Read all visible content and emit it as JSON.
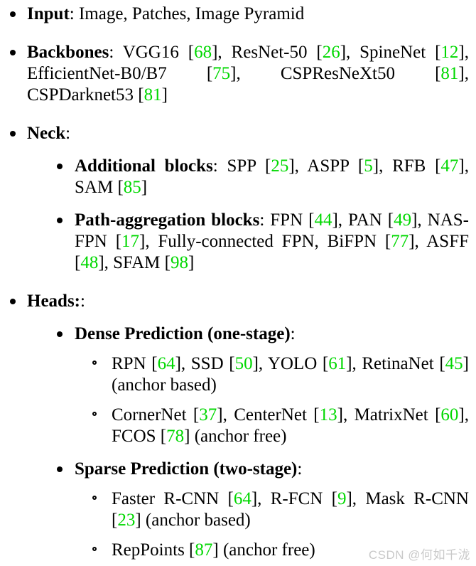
{
  "colors": {
    "citation": "#00d800",
    "text": "#000000",
    "background": "#ffffff",
    "watermark": "#c9c9c9"
  },
  "watermark": {
    "text": "CSDN @何如千泷"
  },
  "list": {
    "items": [
      {
        "name": "input",
        "level": 1,
        "marker": "disc",
        "segments": [
          {
            "t": "bold",
            "text": "Input"
          },
          {
            "t": "plain",
            "text": ": Image, Patches, Image Pyramid"
          }
        ]
      },
      {
        "name": "backbones",
        "level": 1,
        "marker": "disc",
        "segments": [
          {
            "t": "bold",
            "text": "Backbones"
          },
          {
            "t": "plain",
            "text": ": VGG16 "
          },
          {
            "t": "cite",
            "text": "68"
          },
          {
            "t": "plain",
            "text": ", ResNet-50 "
          },
          {
            "t": "cite",
            "text": "26"
          },
          {
            "t": "plain",
            "text": ", SpineNet "
          },
          {
            "t": "cite",
            "text": "12"
          },
          {
            "t": "plain",
            "text": ", EfficientNet-B0/B7 "
          },
          {
            "t": "cite",
            "text": "75"
          },
          {
            "t": "plain",
            "text": ", CSPResNeXt50 "
          },
          {
            "t": "cite",
            "text": "81"
          },
          {
            "t": "plain",
            "text": ", CSPDarknet53 "
          },
          {
            "t": "cite",
            "text": "81"
          }
        ]
      },
      {
        "name": "neck",
        "level": 1,
        "marker": "disc",
        "segments": [
          {
            "t": "bold",
            "text": "Neck"
          },
          {
            "t": "plain",
            "text": ":"
          }
        ]
      },
      {
        "name": "additional-blocks",
        "level": 2,
        "marker": "disc",
        "segments": [
          {
            "t": "bold",
            "text": "Additional blocks"
          },
          {
            "t": "plain",
            "text": ": SPP "
          },
          {
            "t": "cite",
            "text": "25"
          },
          {
            "t": "plain",
            "text": ", ASPP "
          },
          {
            "t": "cite",
            "text": "5"
          },
          {
            "t": "plain",
            "text": ", RFB "
          },
          {
            "t": "cite",
            "text": "47"
          },
          {
            "t": "plain",
            "text": ", SAM "
          },
          {
            "t": "cite",
            "text": "85"
          }
        ]
      },
      {
        "name": "path-aggregation-blocks",
        "level": 2,
        "marker": "disc",
        "segments": [
          {
            "t": "bold",
            "text": "Path-aggregation blocks"
          },
          {
            "t": "plain",
            "text": ": FPN "
          },
          {
            "t": "cite",
            "text": "44"
          },
          {
            "t": "plain",
            "text": ", PAN "
          },
          {
            "t": "cite",
            "text": "49"
          },
          {
            "t": "plain",
            "text": ", NAS-FPN "
          },
          {
            "t": "cite",
            "text": "17"
          },
          {
            "t": "plain",
            "text": ", Fully-connected FPN, BiFPN "
          },
          {
            "t": "cite",
            "text": "77"
          },
          {
            "t": "plain",
            "text": ", ASFF "
          },
          {
            "t": "cite",
            "text": "48"
          },
          {
            "t": "plain",
            "text": ", SFAM "
          },
          {
            "t": "cite",
            "text": "98"
          }
        ]
      },
      {
        "name": "heads",
        "level": 1,
        "marker": "disc",
        "segments": [
          {
            "t": "bold",
            "text": "Heads:"
          },
          {
            "t": "plain",
            "text": ":"
          }
        ]
      },
      {
        "name": "dense-prediction",
        "level": 2,
        "marker": "disc",
        "segments": [
          {
            "t": "bold",
            "text": "Dense Prediction (one-stage)"
          },
          {
            "t": "plain",
            "text": ":"
          }
        ]
      },
      {
        "name": "rpn-ssd-yolo-retinanet",
        "level": 3,
        "marker": "circle",
        "segments": [
          {
            "t": "plain",
            "text": "RPN "
          },
          {
            "t": "cite",
            "text": "64"
          },
          {
            "t": "plain",
            "text": ", SSD "
          },
          {
            "t": "cite",
            "text": "50"
          },
          {
            "t": "plain",
            "text": ", YOLO "
          },
          {
            "t": "cite",
            "text": "61"
          },
          {
            "t": "plain",
            "text": ", RetinaNet "
          },
          {
            "t": "cite",
            "text": "45"
          },
          {
            "t": "plain",
            "text": " (anchor based)"
          }
        ]
      },
      {
        "name": "cornernet-centernet-matrixnet-fcos",
        "level": 3,
        "marker": "circle",
        "segments": [
          {
            "t": "plain",
            "text": "CornerNet "
          },
          {
            "t": "cite",
            "text": "37"
          },
          {
            "t": "plain",
            "text": ", CenterNet "
          },
          {
            "t": "cite",
            "text": "13"
          },
          {
            "t": "plain",
            "text": ", MatrixNet "
          },
          {
            "t": "cite",
            "text": "60"
          },
          {
            "t": "plain",
            "text": ", FCOS "
          },
          {
            "t": "cite",
            "text": "78"
          },
          {
            "t": "plain",
            "text": " (anchor free)"
          }
        ]
      },
      {
        "name": "sparse-prediction",
        "level": 2,
        "marker": "disc",
        "segments": [
          {
            "t": "bold",
            "text": "Sparse Prediction (two-stage)"
          },
          {
            "t": "plain",
            "text": ":"
          }
        ]
      },
      {
        "name": "faster-rcnn-rfcn-maskrcnn",
        "level": 3,
        "marker": "circle",
        "segments": [
          {
            "t": "plain",
            "text": "Faster R-CNN "
          },
          {
            "t": "cite",
            "text": "64"
          },
          {
            "t": "plain",
            "text": ", R-FCN "
          },
          {
            "t": "cite",
            "text": "9"
          },
          {
            "t": "plain",
            "text": ", Mask R-CNN "
          },
          {
            "t": "cite",
            "text": "23"
          },
          {
            "t": "plain",
            "text": " (anchor based)"
          }
        ]
      },
      {
        "name": "reppoints",
        "level": 3,
        "marker": "circle",
        "segments": [
          {
            "t": "plain",
            "text": "RepPoints "
          },
          {
            "t": "cite",
            "text": "87"
          },
          {
            "t": "plain",
            "text": " (anchor free)"
          }
        ]
      }
    ]
  }
}
